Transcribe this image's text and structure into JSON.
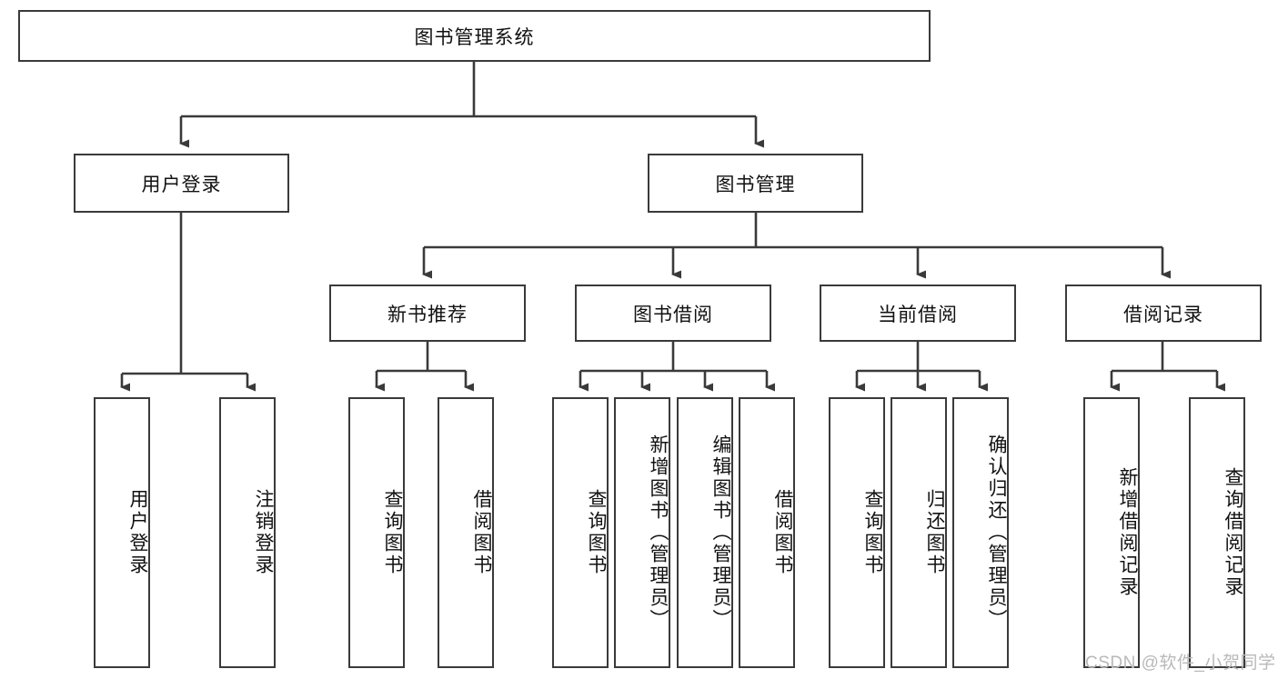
{
  "diagram": {
    "title": "图书管理系统",
    "type": "hierarchy-tree",
    "stroke_color": "#3a3a3a",
    "text_color": "#111111",
    "background": "#ffffff"
  },
  "nodes": {
    "root": {
      "label": "图书管理系统"
    },
    "level2": [
      {
        "label": "用户登录"
      },
      {
        "label": "图书管理"
      }
    ],
    "level3": [
      {
        "label": "新书推荐"
      },
      {
        "label": "图书借阅"
      },
      {
        "label": "当前借阅"
      },
      {
        "label": "借阅记录"
      }
    ],
    "leaves_user_login": [
      {
        "label": "用户登录"
      },
      {
        "label": "注销登录"
      }
    ],
    "leaves_new_book": [
      {
        "label": "查询图书"
      },
      {
        "label": "借阅图书"
      }
    ],
    "leaves_borrow": [
      {
        "label": "查询图书"
      },
      {
        "label": "新增图书（管理员）"
      },
      {
        "label": "编辑图书（管理员）"
      },
      {
        "label": "借阅图书"
      }
    ],
    "leaves_current": [
      {
        "label": "查询图书"
      },
      {
        "label": "归还图书"
      },
      {
        "label": "确认归还（管理员）"
      }
    ],
    "leaves_records": [
      {
        "label": "新增借阅记录"
      },
      {
        "label": "查询借阅记录"
      }
    ]
  },
  "watermark": {
    "text": "CSDN @软件_小贺同学",
    "color": "#b9b9b9"
  }
}
